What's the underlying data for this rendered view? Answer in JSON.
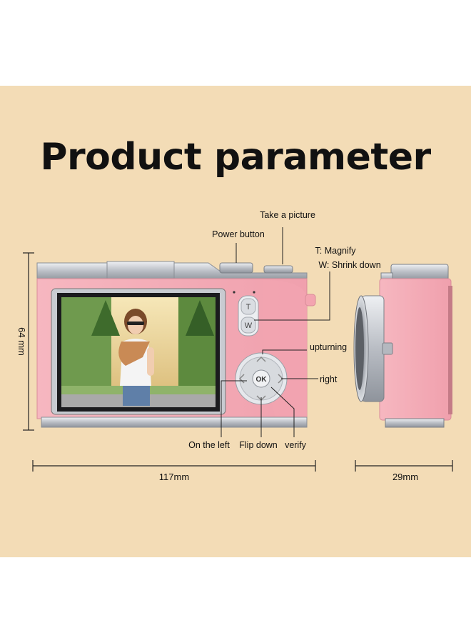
{
  "title": "Product parameter",
  "labels": {
    "take_picture": "Take a picture",
    "power_button": "Power button",
    "t_magnify": "T: Magnify",
    "w_shrink": "W: Shrink down",
    "upturning": "upturning",
    "right": "right",
    "on_the_left": "On the left",
    "flip_down": "Flip down",
    "verify": "verify",
    "zoom_t": "T",
    "zoom_w": "W",
    "ok": "OK"
  },
  "dimensions": {
    "height": "64 mm",
    "width": "117mm",
    "depth": "29mm"
  },
  "colors": {
    "background_panel": "#f3dcb6",
    "camera_body": "#f4a9b4",
    "silver": "#c9ccd1"
  },
  "icons": [
    "chevron-up-icon",
    "chevron-down-icon",
    "chevron-left-icon",
    "chevron-right-icon"
  ]
}
